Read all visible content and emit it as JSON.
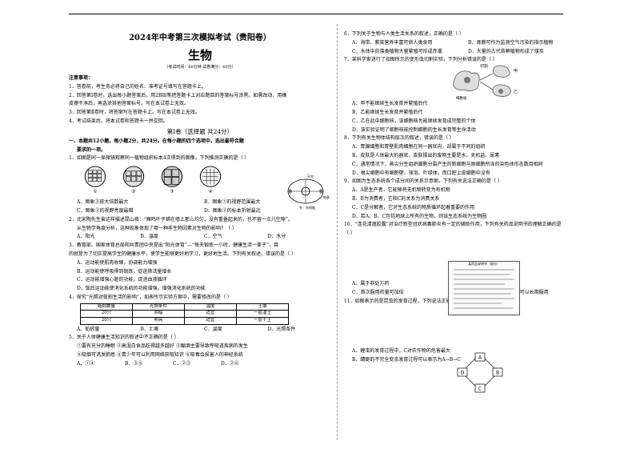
{
  "header": {
    "title": "2024年中考第三次模拟考试（贵阳卷）",
    "subject": "生物",
    "exam_info": "（考试时间：60分钟   试卷满分：60分）"
  },
  "notes": {
    "heading": "注意事项：",
    "items": [
      "1．答卷前，考生务必将自己的姓名、准考证号填写在答题卡上。",
      "2．回答第Ⅰ卷时，选出每小题答案后，用2B铅笔把答题卡上对应题目的答案标号涂黑。如需改动，用橡",
      "皮擦干净后，再选涂其他答案标号。写在本试卷上无效。",
      "3．回答第Ⅱ卷时，将答案写在答题卡上。写在本试卷上无效。",
      "4．考试结束后，将本试卷和答题卡一并交回。"
    ]
  },
  "section1": {
    "heading": "第Ⅰ卷（选择题    共24分）",
    "instruction_1": "一、本题共12小题，每小题2分，共24分。在每小题的四个选项中，选出最符合题",
    "instruction_2": "要求的一项。"
  },
  "q1": {
    "stem_1": "1．如图是同一显微镜观察同一植物组织标本4次得到的图像，下列推测正确的是（        ）",
    "cell_labels": [
      "①",
      "②",
      "③",
      "④"
    ],
    "opt_a": "A．图象③放大倍数最大",
    "opt_b": "B．图象①的视野范围最大",
    "opt_c": "C．图象②的视野亮度最暗",
    "opt_d": "D．图象②的标本折射最远",
    "figure_labels": [
      "天空",
      "地表",
      "冬：东阳能"
    ]
  },
  "q2": {
    "stem_1": "2．北宋陶先生曾这样描述昆山夜：“雁鸣叶子铺在墙上那么均匀，没有重叠起来的，也不留一点儿空隙”。",
    "stem_2": "从生物学角度分析，这种现象体现了哪一种非生物因素对生物的影响？（        ）",
    "opts": [
      "A．阳光",
      "B．温度",
      "C．空气",
      "D．水分"
    ]
  },
  "q3": {
    "stem_1": "3．教育部、国家体育总局和共青团中央提出“阳光体育”—“每天锻炼一小时，健康生活一辈子”，目",
    "stem_2": "的就是为了切实提高学生的健康水平，使学生能够更好地学习，更好地生活。下列有关叙述，错误的是（    ）",
    "opts": [
      "A．运动能使肌肉收缩，协调能力增强",
      "B．运动能使呼吸得到锻炼，促进肺活量增长",
      "C．运动能增强心脏的功能，促进血液循环",
      "D．饭后运动能使消化系统的功能增强，增强消化系统的功能"
    ]
  },
  "q4": {
    "stem": "4．探究“光照对蚯蚓生活的影响”，如表所示实验方案中，需要修改的是（        ）",
    "table": [
      [
        "蚯蚓数量",
        "光照条件",
        "温度",
        "土壤"
      ],
      [
        "20只",
        "阴暗",
        "适宜",
        "一层湿土"
      ],
      [
        "20只",
        "明亮",
        "适宜",
        "一层干土"
      ]
    ],
    "opts": [
      "A．蚯蚓量",
      "B．土壤",
      "C．温度",
      "D．光照条件"
    ]
  },
  "q5": {
    "stem": "5．关于人体健康生活知识的叙述中不正确的是（        ）",
    "line_1": "①要有充分的睡眠       ②高湿白食品吃得越多越好       ③酗酒主要导致呼吸道疾病的发生",
    "line_2": "④吸烟可诱发肺癌       ⑤青少年可以利用网络获取知识       ⑥吸毒会损害人的神经系统",
    "opts": [
      "A．①④",
      "B．③⑤",
      "C．②③",
      "D．②⑥"
    ]
  },
  "q6": {
    "stem": "6．下列关于生物与人类生活关系的叙述，正确的是（    ）",
    "opt_a": "A．海带、紫菜营养丰富可供人类食用",
    "opt_b": "B．肾蕨可作为监测空气污染的指示植物",
    "opt_c": "C．水体中的藻类植物大量繁殖可形成赤潮",
    "opt_d": "D．大量的古代苔藓植物形成了煤炭"
  },
  "q7": {
    "stem": "7．某科学家进行了如图所示的变形虫切割实验，下列分析错误的是（        ）",
    "figure_labels": [
      "切割",
      "甲",
      "乙",
      "细胞核"
    ],
    "opts": [
      "A．甲不能继续生长发育并繁殖后代",
      "B．乙能继续生长发育并繁殖后代",
      "C．乙在此中细胞核，该细胞核也能继续发育成完整的个体",
      "D．该实验证明了细胞核能控制细胞的生长发育等生命活动"
    ]
  },
  "q8": {
    "stem": "8．下列有关生物体结构层次的叙述，错误的是（        ）",
    "opts": [
      "A．胃腺细胞和胃壁肌肉细胞在同一器官内，却属于不同的组织",
      "B．皮肤是人体最大的器官，皮肤損出的废物主要是水、无机盐、尿素",
      "C．通常情况下，蒸尖分生组织细胞分裂产生的新细胞与原细胞所含的染色体形态数目相同",
      "D．根尖细胞中有细胞壁、液泡、叶绿体，而口腔上皮细胞中没有"
    ]
  },
  "q9": {
    "stem": "9．如图为生态系统各个成分间的关系示意图，下列有关说法正确的是（        ）",
    "opts": [
      "A．A是生产者，它能够将无机物转变为有机物",
      "B．B为消费者，它和C的关系为消费关系",
      "C．C是分解者，它对生态系统的物质循环起着重要的作用",
      "D．若A、B、C包括地球上所有的生物，则该生态系统为生物圈"
    ]
  },
  "q10": {
    "stem_1": "10．“连花清瘟胶囊”对治疗新型冠状病毒肺炎有一定的辅助作用，下列有关药品说明书的理解正确的是",
    "stem_2": "（        ）",
    "figure_caption": "某药品说明书（部分）",
    "opt_a": "A．属于非处方药",
    "opt_b": "B．可治疗风寒感冒",
    "opt_c": "C．首次服用药量可加倍",
    "opt_d": "D．中成药无毒副作用，可以长期服用"
  },
  "q11": {
    "stem": "11．如图表示的是昆虫的发育过程，下列说法正确的是（        ）",
    "nodes": [
      "D",
      "A",
      "B",
      "C"
    ],
    "opt_a": "A．蝗虫的发育过程中，C对农作物的危害最大",
    "opt_b": "B．蜻蜓的不完全变态发育过程可以表示为A→B→C"
  }
}
